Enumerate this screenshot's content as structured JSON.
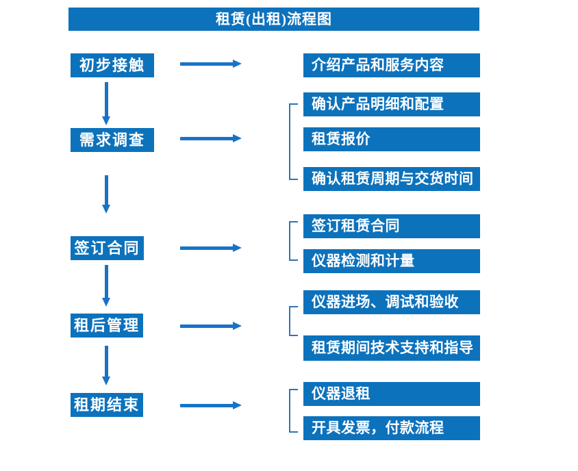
{
  "title": "租赁(出租)流程图",
  "colors": {
    "box_blue": "#0D72BC",
    "arrow_blue": "#1873C8",
    "bracket_blue": "#2E74B5",
    "text_white": "#FFFFFF"
  },
  "steps": [
    {
      "label": "初步接触"
    },
    {
      "label": "需求调查"
    },
    {
      "label": "签订合同"
    },
    {
      "label": "租后管理"
    },
    {
      "label": "租期结束"
    }
  ],
  "details": [
    {
      "label": "介绍产品和服务内容"
    },
    {
      "label": "确认产品明细和配置"
    },
    {
      "label": "租赁报价"
    },
    {
      "label": "确认租赁周期与交货时间"
    },
    {
      "label": "签订租赁合同"
    },
    {
      "label": "仪器检测和计量"
    },
    {
      "label": "仪器进场、调试和验收"
    },
    {
      "label": "租赁期间技术支持和指导"
    },
    {
      "label": "仪器退租"
    },
    {
      "label": "开具发票，付款流程"
    }
  ]
}
